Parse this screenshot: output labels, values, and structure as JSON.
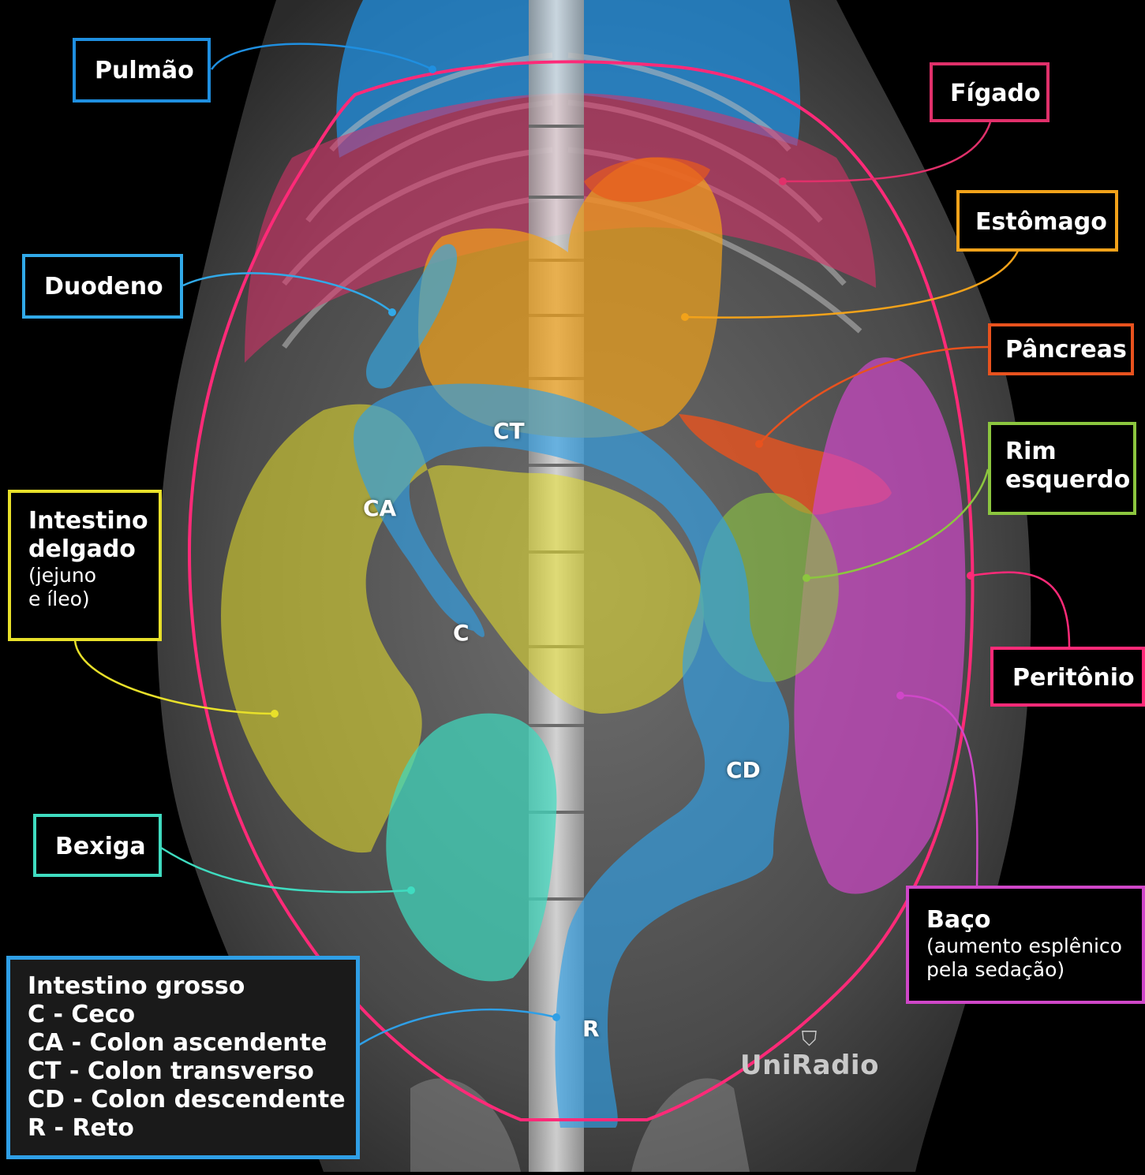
{
  "labels": {
    "pulmao": "Pulmão",
    "figado": "Fígado",
    "estomago": "Estômago",
    "duodeno": "Duodeno",
    "pancreas": "Pâncreas",
    "rim_line1": "Rim",
    "rim_line2": "esquerdo",
    "intestino_delgado_line1": "Intestino",
    "intestino_delgado_line2": "delgado",
    "intestino_delgado_line3": "(jejuno",
    "intestino_delgado_line4": "e íleo)",
    "peritonio": "Peritônio",
    "bexiga": "Bexiga",
    "baco_title": "Baço",
    "baco_line2": "(aumento esplênico",
    "baco_line3": "pela sedação)"
  },
  "legend": {
    "title": "Intestino grosso",
    "items": [
      "C - Ceco",
      "CA - Colon ascendente",
      "CT - Colon transverso",
      "CD - Colon descendente",
      "R - Reto"
    ]
  },
  "region_tags": {
    "ct": "CT",
    "ca": "CA",
    "c": "C",
    "cd": "CD",
    "r": "R"
  },
  "brand": {
    "icon": "shield-icon",
    "name": "UniRadio"
  },
  "colors": {
    "background": "#000000",
    "pulmao": "#1f8fe0",
    "figado": "#e0306a",
    "estomago": "#f2a21a",
    "duodeno": "#31a9e8",
    "pancreas": "#e8521e",
    "rim": "#8cc63f",
    "intestino_delgado": "#e8e02a",
    "peritonio": "#ff2a78",
    "bexiga": "#3fdcc0",
    "baco": "#cf47c8",
    "intestino_grosso": "#2f9fe6"
  }
}
